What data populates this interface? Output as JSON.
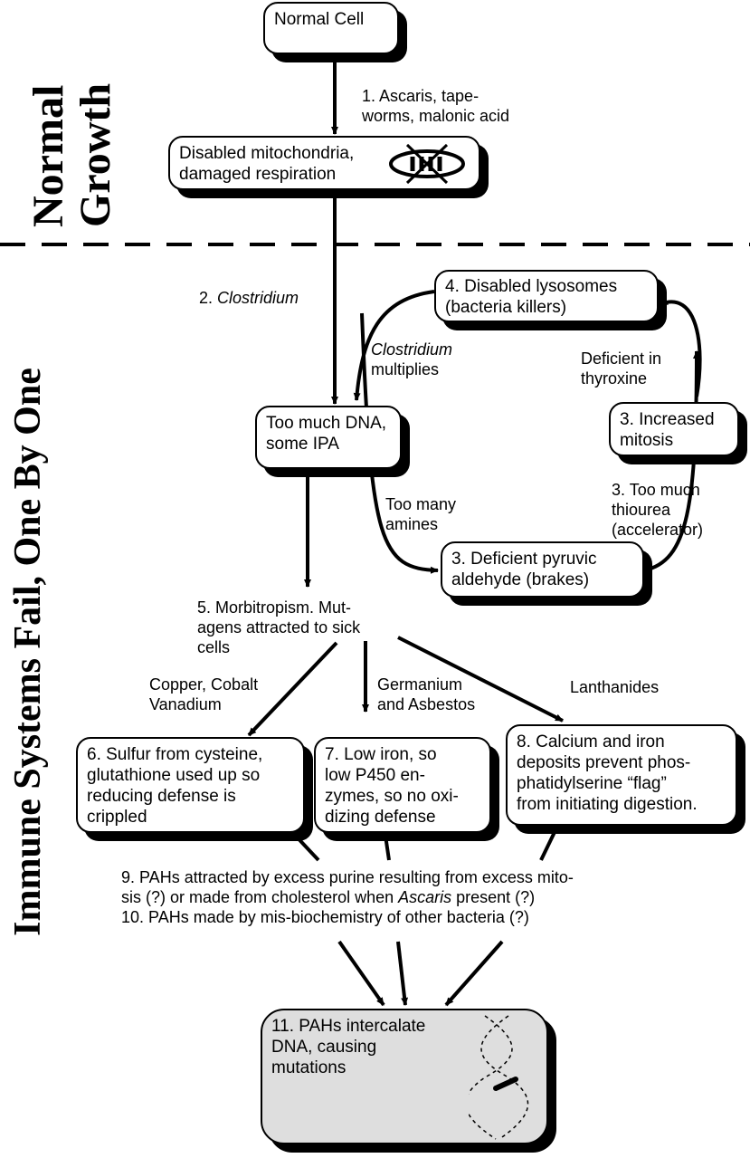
{
  "side_titles": {
    "normal_line1": "Normal",
    "normal_line2": "Growth",
    "immune": "Immune Systems Fail, One By One"
  },
  "nodes": {
    "normal_cell": "Normal Cell",
    "mito_line1": "Disabled mitochondria,",
    "mito_line2": "damaged respiration",
    "lyso_line1": "4. Disabled lysosomes",
    "lyso_line2": "(bacteria killers)",
    "dna_line1": "Too much DNA,",
    "dna_line2": "some IPA",
    "mitosis_line1": "3. Increased",
    "mitosis_line2": "mitosis",
    "pyruvic_line1": "3. Deficient pyruvic",
    "pyruvic_line2": "aldehyde (brakes)",
    "sulfur_line1": "6. Sulfur from cysteine,",
    "sulfur_line2": "glutathione used up so",
    "sulfur_line3": "reducing defense is",
    "sulfur_line4": "crippled",
    "iron_line1": "7. Low iron, so",
    "iron_line2": "low P450 en-",
    "iron_line3": "zymes, so no oxi-",
    "iron_line4": "dizing defense",
    "calcium_line1": "8. Calcium and iron",
    "calcium_line2": "deposits prevent phos-",
    "calcium_line3": "phatidylserine “flag”",
    "calcium_line4": "from initiating digestion.",
    "pah_line1": "11. PAHs intercalate",
    "pah_line2": "DNA, causing",
    "pah_line3": "mutations"
  },
  "labels": {
    "ascaris_line1": "1. Ascaris, tape-",
    "ascaris_line2": "worms, malonic acid",
    "clostridium_num": "2. ",
    "clostridium_name": "Clostridium",
    "clost_mult_name": "Clostridium",
    "clost_mult_line2": "multiplies",
    "thyroxine_line1": "Deficient in",
    "thyroxine_line2": "thyroxine",
    "amines_line1": "Too many",
    "amines_line2": "amines",
    "thiourea_line1": "3. Too much",
    "thiourea_line2": "thiourea",
    "thiourea_line3": "(accelerator)",
    "morb_line1": "5. Morbitropism. Mut-",
    "morb_line2": "agens attracted to sick",
    "morb_line3": "cells",
    "copper_line1": "Copper, Cobalt",
    "copper_line2": "Vanadium",
    "germ_line1": "Germanium",
    "germ_line2": "and Asbestos",
    "lanth": "Lanthanides",
    "pahs9_line1": "9. PAHs attracted by excess purine resulting from excess mito-",
    "pahs9_line2a": "sis (?) or made from cholesterol when ",
    "pahs9_ascaris": "Ascaris",
    "pahs9_line2b": " present (?)",
    "pahs10": "10. PAHs made by mis-biochemistry of other bacteria (?)"
  }
}
